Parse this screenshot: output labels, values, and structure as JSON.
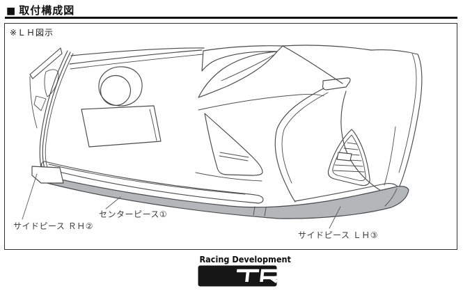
{
  "header": {
    "bullet": "■",
    "title": "取付構成図"
  },
  "diagram": {
    "note": "※ＬＨ図示",
    "labels": {
      "center_piece": "センターピース①",
      "side_piece_rh": "サイドピース ＲＨ②",
      "side_piece_lh": "サイドピース ＬＨ③"
    }
  },
  "logo": {
    "tagline": "Racing Development",
    "brand": "TRD"
  },
  "colors": {
    "line": "#4a4a4a",
    "part_fill": "#b4b7b9",
    "label_text": "#3a3a3a",
    "logo_bg": "#161616"
  }
}
